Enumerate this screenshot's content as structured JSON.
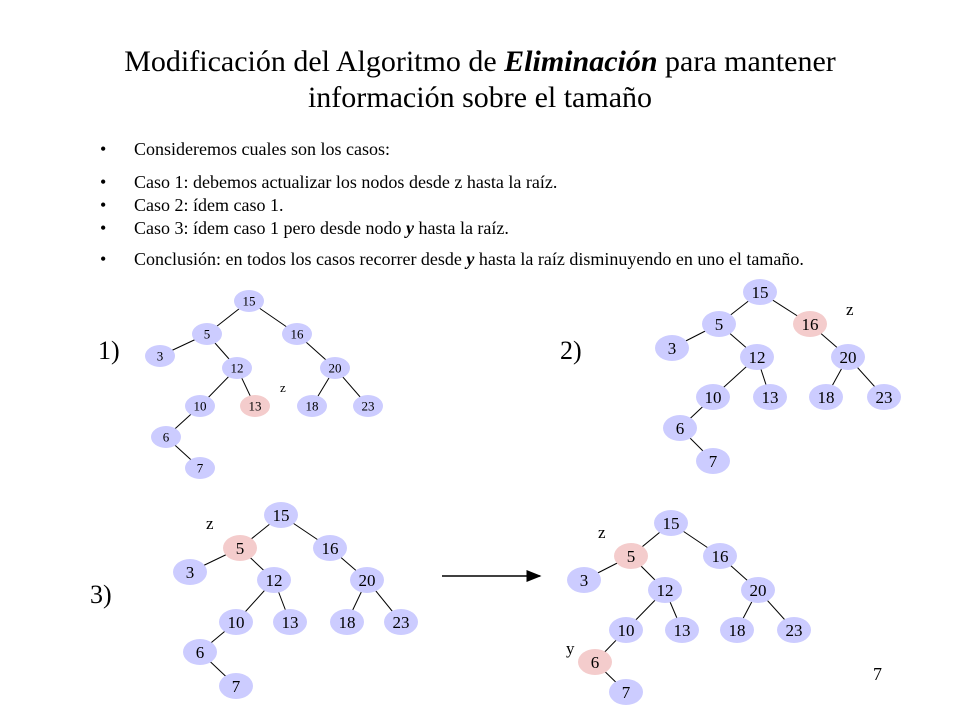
{
  "title": {
    "line1_pre": "Modificación del Algoritmo de ",
    "line1_em": "Eliminación",
    "line1_post": " para mantener",
    "line2": "información sobre el tamaño"
  },
  "bullets": {
    "b1": "Consideremos cuales son los casos:",
    "b2": "Caso 1: debemos actualizar los nodos desde z hasta la raíz.",
    "b3": "Caso 2: ídem caso 1.",
    "b4_pre": "Caso 3: ídem caso 1 pero desde nodo ",
    "b4_var": "y",
    "b4_post": " hasta la raíz.",
    "b5_pre": "Conclusión: en todos los casos recorrer desde ",
    "b5_var": "y",
    "b5_post": " hasta la raíz disminuyendo en uno el tamaño.",
    "marker": "•"
  },
  "case_labels": {
    "c1": "1)",
    "c2": "2)",
    "c3": "3)"
  },
  "page_number": "7",
  "colors": {
    "node": "#ccccff",
    "highlight": "#f4cccc",
    "edge": "#000000"
  },
  "tree_keys": [
    "15",
    "5",
    "16",
    "3",
    "12",
    "20",
    "10",
    "13",
    "18",
    "23",
    "6",
    "7"
  ],
  "trees": {
    "t1": {
      "highlight": [
        "13"
      ],
      "labels": {
        "z": "z"
      }
    },
    "t2": {
      "highlight": [
        "16"
      ],
      "labels": {
        "z": "z"
      }
    },
    "t3": {
      "highlight": [
        "5"
      ],
      "labels": {
        "z": "z"
      }
    },
    "t4": {
      "highlight": [
        "5",
        "6"
      ],
      "labels": {
        "z": "z",
        "y": "y"
      }
    }
  }
}
